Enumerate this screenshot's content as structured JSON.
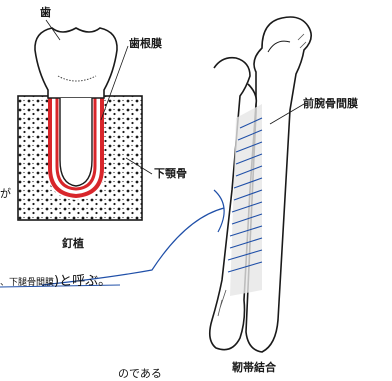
{
  "labels": {
    "tooth": "歯",
    "periodontal_ligament": "歯根膜",
    "mandible": "下顎骨",
    "gomphosis": "釘植",
    "interosseous_membrane": "前腕骨間膜",
    "syndesmosis": "靭帯結合"
  },
  "body_text": {
    "fragment_top": "が",
    "fragment_mid_small": "、下腿骨間膜",
    "fragment_mid_main": ")と呼ぶ。",
    "fragment_bottom": "のである"
  },
  "colors": {
    "ink": "#1a1a1a",
    "ligament_red": "#d8262b",
    "annotation_pen": "#1f4fa8",
    "bone_shade": "#e6e6e6"
  }
}
